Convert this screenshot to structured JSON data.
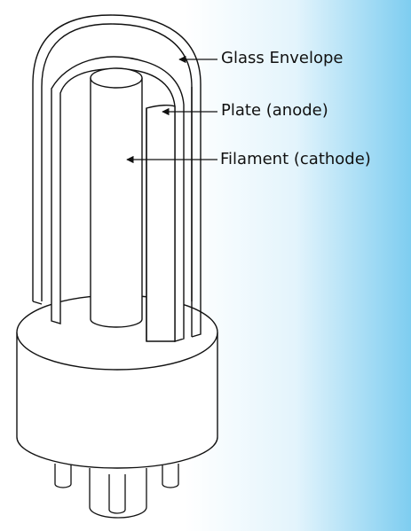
{
  "colors": {
    "background_white": "#ffffff",
    "background_blue": "#7ecdf0",
    "line": "#111111",
    "fill": "#ffffff"
  },
  "labels": {
    "glass_envelope": "Glass Envelope",
    "plate": "Plate (anode)",
    "filament": "Filament (cathode)"
  }
}
